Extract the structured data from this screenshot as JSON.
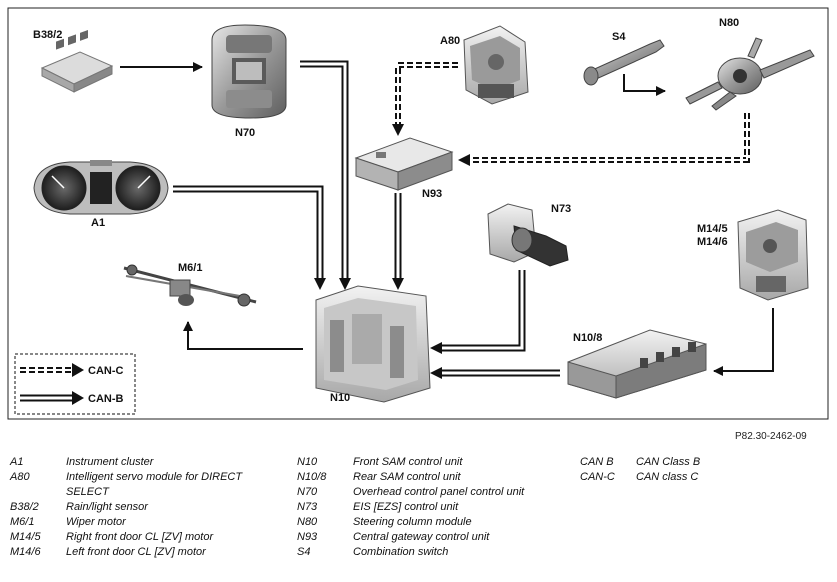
{
  "components": {
    "b38_2": "B38/2",
    "n70": "N70",
    "a80": "A80",
    "s4": "S4",
    "n80": "N80",
    "n93": "N93",
    "a1": "A1",
    "n73": "N73",
    "m14_5": "M14/5",
    "m14_6": "M14/6",
    "m6_1": "M6/1",
    "n10": "N10",
    "n10_8": "N10/8"
  },
  "bus_legend": {
    "can_c": "CAN-C",
    "can_b": "CAN-B"
  },
  "figure_code": "P82.30-2462-09",
  "legend": {
    "col1": [
      {
        "code": "A1",
        "desc": "Instrument cluster"
      },
      {
        "code": "A80",
        "desc": "Intelligent servo module for DIRECT SELECT"
      },
      {
        "code": "B38/2",
        "desc": "Rain/light sensor"
      },
      {
        "code": "M6/1",
        "desc": "Wiper motor"
      },
      {
        "code": "M14/5",
        "desc": "Right front door CL [ZV] motor"
      },
      {
        "code": "M14/6",
        "desc": "Left front door CL [ZV] motor"
      }
    ],
    "col2": [
      {
        "code": "N10",
        "desc": "Front SAM control unit"
      },
      {
        "code": "N10/8",
        "desc": "Rear SAM control unit"
      },
      {
        "code": "N70",
        "desc": "Overhead control panel control unit"
      },
      {
        "code": "N73",
        "desc": "EIS [EZS] control unit"
      },
      {
        "code": "N80",
        "desc": "Steering column module"
      },
      {
        "code": "N93",
        "desc": "Central gateway control unit"
      },
      {
        "code": "S4",
        "desc": "Combination switch"
      }
    ],
    "col3": [
      {
        "code": "CAN B",
        "desc": "CAN Class B"
      },
      {
        "code": "CAN-C",
        "desc": "CAN class C"
      }
    ]
  }
}
